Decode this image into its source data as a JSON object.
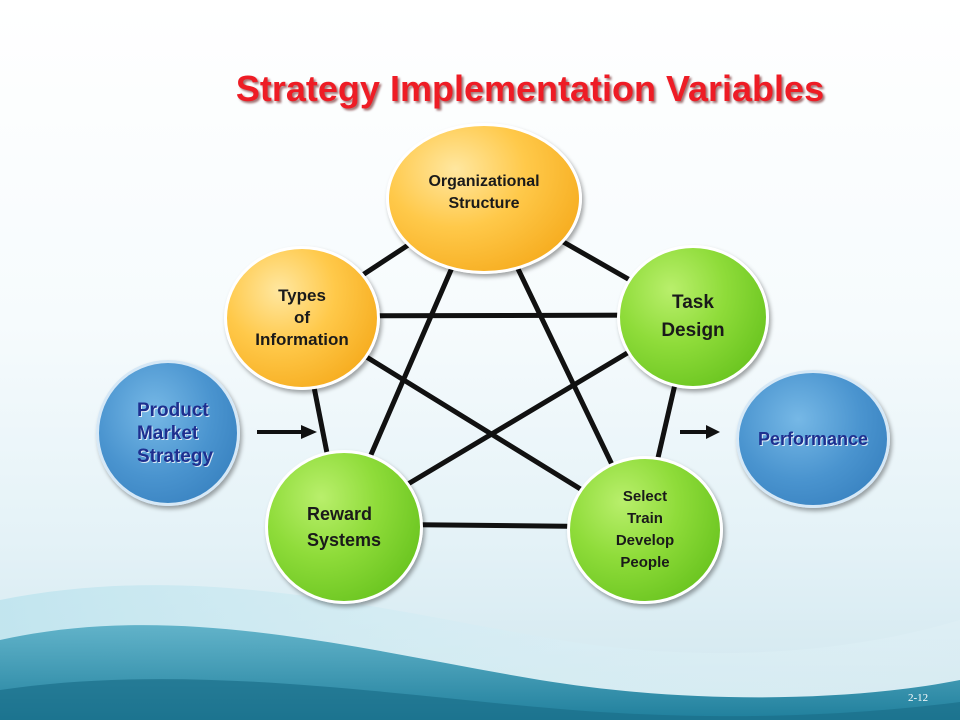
{
  "slide": {
    "title": "Strategy Implementation Variables",
    "page_number": "2-12"
  },
  "nodes": {
    "organizational_structure": "Organizational\nStructure",
    "task_design": "Task\nDesign",
    "types_of_information": "Types\nof\nInformation",
    "reward_systems": "Reward\nSystems",
    "select_train": "Select\nTrain\nDevelop\nPeople"
  },
  "inputs": {
    "product_market_strategy": "Product\nMarket\nStrategy"
  },
  "outputs": {
    "performance": "Performance"
  },
  "colors": {
    "title": "#ee1c25",
    "orange_node": "#ffc94a",
    "green_node": "#8fdc3a",
    "blue_node": "#4a94cf",
    "blue_text": "#1e2f8f",
    "connector": "#111111"
  }
}
